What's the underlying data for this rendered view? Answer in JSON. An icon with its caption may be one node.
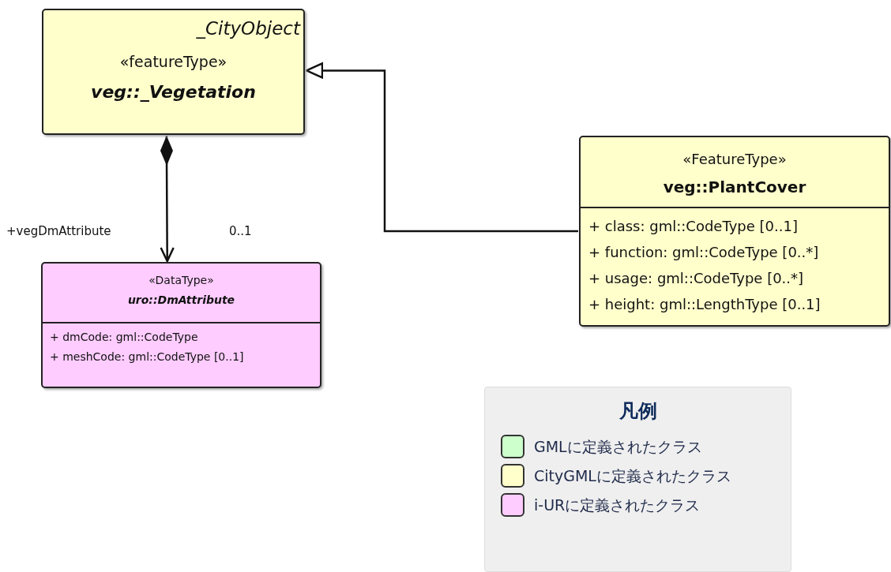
{
  "diagram": {
    "nodes": [
      {
        "text": [
          "_CityObject",
          "«featureType»",
          "veg::_Vegetation"
        ]
      },
      {
        "text": [
          "«DataType»",
          "uro::DmAttribute",
          "+ dmCode: gml::CodeType",
          "+ meshCode: gml::CodeType [0..1]"
        ]
      },
      {
        "text": [
          "«FeatureType»",
          "veg::PlantCover",
          "+ class: gml::CodeType [0..1]",
          "+ function: gml::CodeType [0..*]",
          "+ usage: gml::CodeType [0..*]",
          "+ height: gml::LengthType [0..1]"
        ]
      }
    ],
    "edges": [
      {
        "from": 0,
        "to": 1,
        "arrow": "to"
      },
      {
        "from": 2,
        "to": 0,
        "arrow": "to"
      }
    ],
    "labels": [
      "+vegDmAttribute",
      "0..1",
      "凡例"
    ],
    "legend": [
      {
        "text": "GMLに定義されたクラス",
        "color": "#ccffcc"
      },
      {
        "text": "CityGMLに定義されたクラス",
        "color": "#ffffcc"
      },
      {
        "text": "i-URに定義されたクラス",
        "color": "#ffccff"
      }
    ]
  }
}
